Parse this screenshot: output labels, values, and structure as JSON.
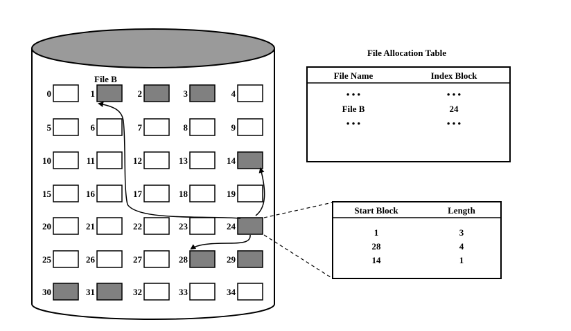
{
  "disk": {
    "file_label": "File B",
    "blocks": [
      {
        "n": "0",
        "filled": false
      },
      {
        "n": "1",
        "filled": true
      },
      {
        "n": "2",
        "filled": true
      },
      {
        "n": "3",
        "filled": true
      },
      {
        "n": "4",
        "filled": false
      },
      {
        "n": "5",
        "filled": false
      },
      {
        "n": "6",
        "filled": false
      },
      {
        "n": "7",
        "filled": false
      },
      {
        "n": "8",
        "filled": false
      },
      {
        "n": "9",
        "filled": false
      },
      {
        "n": "10",
        "filled": false
      },
      {
        "n": "11",
        "filled": false
      },
      {
        "n": "12",
        "filled": false
      },
      {
        "n": "13",
        "filled": false
      },
      {
        "n": "14",
        "filled": true
      },
      {
        "n": "15",
        "filled": false
      },
      {
        "n": "16",
        "filled": false
      },
      {
        "n": "17",
        "filled": false
      },
      {
        "n": "18",
        "filled": false
      },
      {
        "n": "19",
        "filled": false
      },
      {
        "n": "20",
        "filled": false
      },
      {
        "n": "21",
        "filled": false
      },
      {
        "n": "22",
        "filled": false
      },
      {
        "n": "23",
        "filled": false
      },
      {
        "n": "24",
        "filled": true
      },
      {
        "n": "25",
        "filled": false
      },
      {
        "n": "26",
        "filled": false
      },
      {
        "n": "27",
        "filled": false
      },
      {
        "n": "28",
        "filled": true
      },
      {
        "n": "29",
        "filled": true
      },
      {
        "n": "30",
        "filled": true
      },
      {
        "n": "31",
        "filled": true
      },
      {
        "n": "32",
        "filled": false
      },
      {
        "n": "33",
        "filled": false
      },
      {
        "n": "34",
        "filled": false
      }
    ]
  },
  "fat": {
    "title": "File Allocation Table",
    "headers": [
      "File Name",
      "Index Block"
    ],
    "rows": [
      [
        "• • •",
        "• • •"
      ],
      [
        "File B",
        "24"
      ],
      [
        "• • •",
        "• • •"
      ]
    ]
  },
  "index_block": {
    "headers": [
      "Start Block",
      "Length"
    ],
    "rows": [
      [
        "1",
        "3"
      ],
      [
        "28",
        "4"
      ],
      [
        "14",
        "1"
      ]
    ]
  },
  "colors": {
    "filled_block": "#808080",
    "empty_block": "#ffffff",
    "disk_top": "#9a9a9a",
    "stroke": "#000000"
  }
}
